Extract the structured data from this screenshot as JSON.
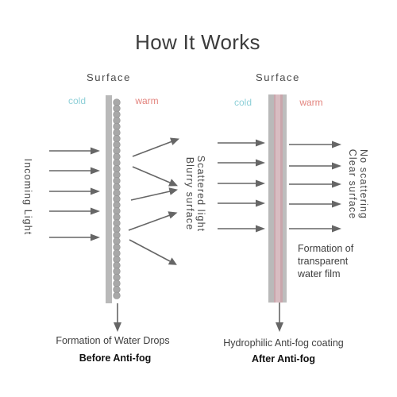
{
  "title": "How It Works",
  "before": {
    "surface_label": "Surface",
    "cold_label": "cold",
    "warm_label": "warm",
    "incoming_label": "Incoming Light",
    "scattered_label": "Scattered light",
    "blurry_label": "Blurry surface",
    "formation_label": "Formation of Water Drops",
    "caption": "Before Anti-fog"
  },
  "after": {
    "surface_label": "Surface",
    "cold_label": "cold",
    "warm_label": "warm",
    "no_scattering_label": "No scattering",
    "clear_label": "Clear surface",
    "film_lines": [
      "Formation of",
      "transparent",
      "water film"
    ],
    "coating_label": "Hydrophilic Anti-fog coating",
    "caption": "After Anti-fog"
  },
  "colors": {
    "cold": "#8fd0d8",
    "warm": "#e3847e",
    "arrow": "#666666",
    "drop": "#a8a8a8",
    "film": "#c9a6ac"
  },
  "icons": {
    "arrow": "right-arrow-icon",
    "down_arrow": "down-arrow-icon"
  }
}
